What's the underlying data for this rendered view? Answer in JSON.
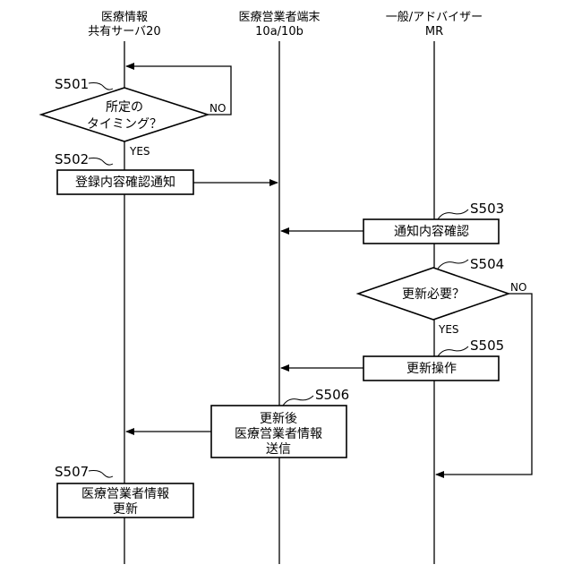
{
  "lanes": [
    {
      "line1": "医療情報",
      "line2": "共有サーバ20"
    },
    {
      "line1": "医療営業者端末",
      "line2": "10a/10b"
    },
    {
      "line1": "一般/アドバイザー",
      "line2": "MR"
    }
  ],
  "steps": {
    "s501": {
      "id": "S501",
      "line1": "所定の",
      "line2": "タイミング？",
      "no": "NO",
      "yes": "YES"
    },
    "s502": {
      "id": "S502",
      "text": "登録内容確認通知"
    },
    "s503": {
      "id": "S503",
      "text": "通知内容確認"
    },
    "s504": {
      "id": "S504",
      "text": "更新必要？",
      "no": "NO",
      "yes": "YES"
    },
    "s505": {
      "id": "S505",
      "text": "更新操作"
    },
    "s506": {
      "id": "S506",
      "line1": "更新後",
      "line2": "医療営業者情報",
      "line3": "送信"
    },
    "s507": {
      "id": "S507",
      "line1": "医療営業者情報",
      "line2": "更新"
    }
  }
}
